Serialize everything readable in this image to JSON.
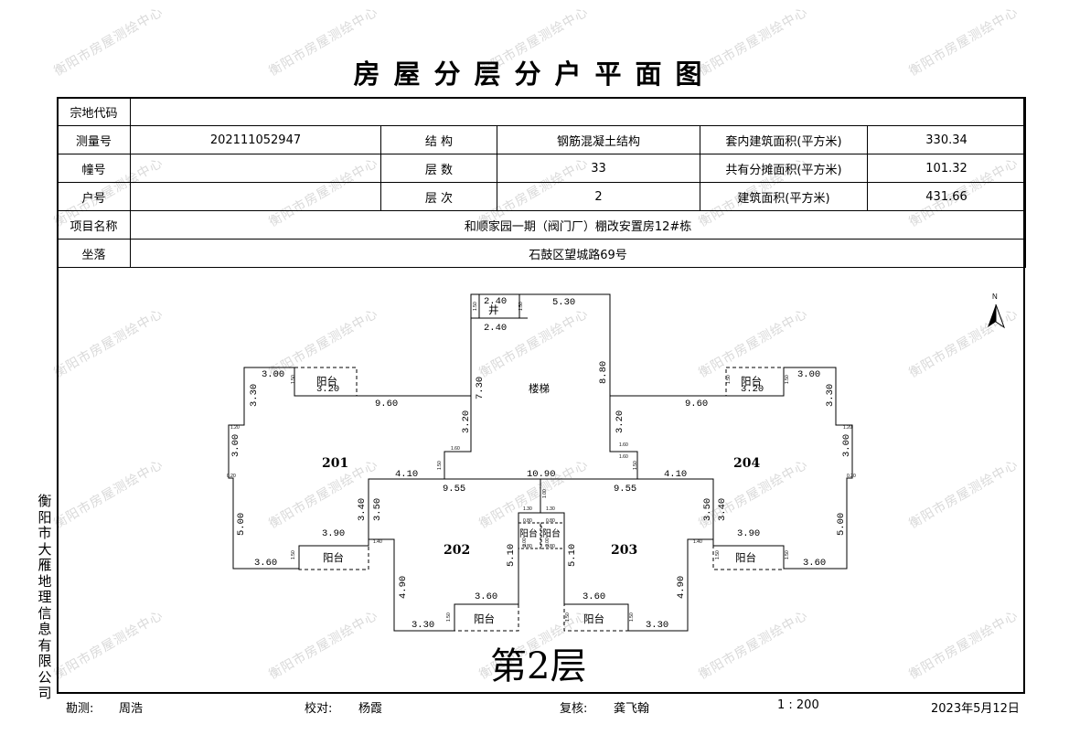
{
  "title": "房屋分层分户平面图",
  "table": {
    "zong_di_label": "宗地代码",
    "zong_di_value": "",
    "survey_label": "测量号",
    "survey_value": "202111052947",
    "structure_label": "结  构",
    "structure_value": "钢筋混凝土结构",
    "inner_area_label": "套内建筑面积(平方米)",
    "inner_area_value": "330.34",
    "building_label": "幢号",
    "building_value": "",
    "floors_label": "层  数",
    "floors_value": "33",
    "shared_area_label": "共有分摊面积(平方米)",
    "shared_area_value": "101.32",
    "unit_label": "户号",
    "unit_value": "",
    "level_label": "层  次",
    "level_value": "2",
    "total_area_label": "建筑面积(平方米)",
    "total_area_value": "431.66",
    "project_label": "项目名称",
    "project_value": "和顺家园一期（阀门厂）棚改安置房12#栋",
    "location_label": "坐落",
    "location_value": "石鼓区望城路69号"
  },
  "plan": {
    "rooms": [
      "201",
      "202",
      "203",
      "204"
    ],
    "stair_label": "楼梯",
    "well_label": "井",
    "balcony_label": "阳台",
    "floor_label": "第2层",
    "north_label": "N",
    "dims": {
      "d240": "2.40",
      "d530": "5.30",
      "d300": "3.00",
      "d330": "3.30",
      "d960": "9.60",
      "d730": "7.30",
      "d880": "8.80",
      "d320": "3.20",
      "d410": "4.10",
      "d1090": "10.90",
      "d955": "9.55",
      "d350": "3.50",
      "d340": "3.40",
      "d390": "3.90",
      "d500": "5.00",
      "d360": "3.60",
      "d490": "4.90",
      "d510": "5.10",
      "d160": "1.60",
      "d150": "1.50",
      "d120": "1.20",
      "d200": "2.00",
      "d080": "0.80",
      "d140": "1.40",
      "d020": "0.20",
      "d100": "1.00",
      "d130": "1.30"
    }
  },
  "side_text": "衡阳市大雁地理信息有限公司",
  "watermark": "衡阳市房屋测绘中心",
  "footer": {
    "surveyor_label": "勘测:",
    "surveyor_name": "周浩",
    "checker_label": "校对:",
    "checker_name": "杨霞",
    "reviewer_label": "复核:",
    "reviewer_name": "龚飞翰",
    "scale": "1 : 200",
    "date": "2023年5月12日"
  }
}
